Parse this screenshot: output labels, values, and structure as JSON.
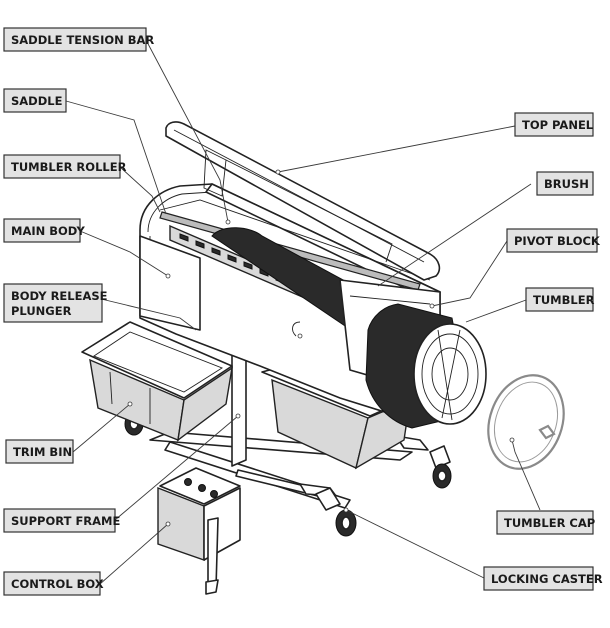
{
  "diagram": {
    "labels": {
      "saddle_tension_bar": "SADDLE TENSION BAR",
      "saddle": "SADDLE",
      "tumbler_roller": "TUMBLER ROLLER",
      "main_body": "MAIN BODY",
      "body_release_plunger_line1": "BODY RELEASE",
      "body_release_plunger_line2": "PLUNGER",
      "trim_bin": "TRIM BIN",
      "support_frame": "SUPPORT FRAME",
      "control_box": "CONTROL BOX",
      "top_panel": "TOP PANEL",
      "brush": "BRUSH",
      "pivot_block": "PIVOT BLOCK",
      "tumbler": "TUMBLER",
      "tumbler_cap": "TUMBLER CAP",
      "locking_caster": "LOCKING CASTER"
    }
  }
}
